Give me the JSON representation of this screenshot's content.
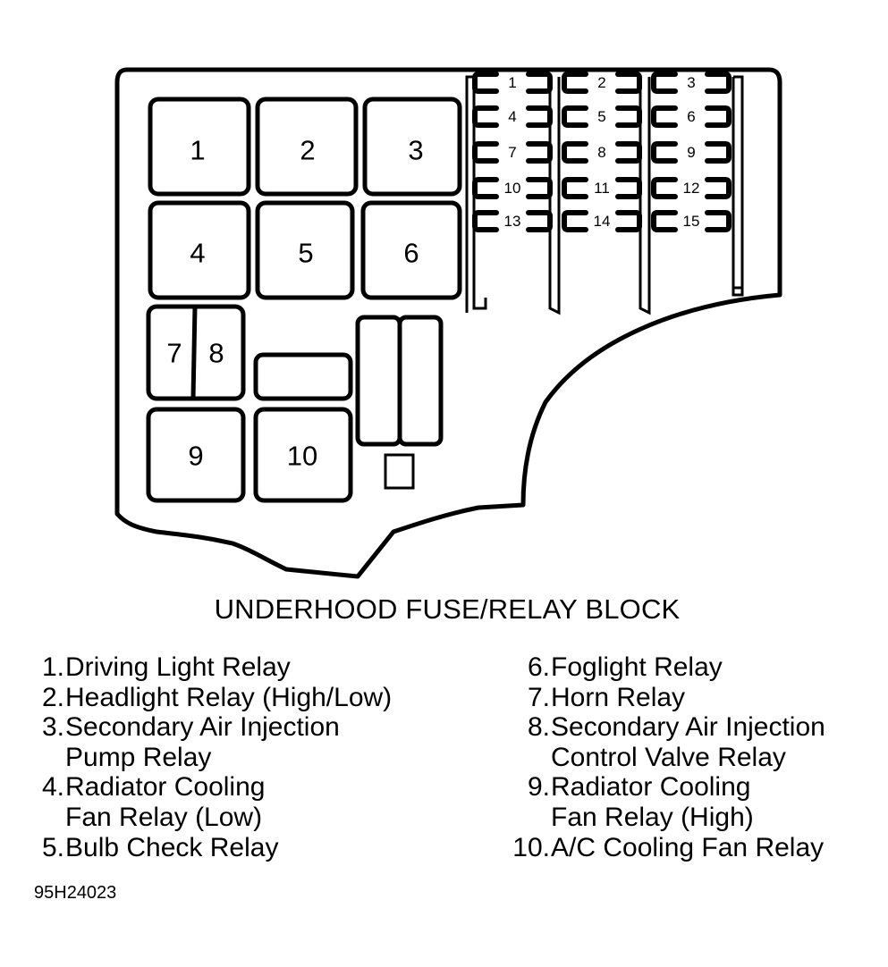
{
  "title": "UNDERHOOD FUSE/RELAY BLOCK",
  "figure_id": "95H24023",
  "relays": [
    {
      "number": "1"
    },
    {
      "number": "2"
    },
    {
      "number": "3"
    },
    {
      "number": "4"
    },
    {
      "number": "5"
    },
    {
      "number": "6"
    },
    {
      "number": "7"
    },
    {
      "number": "8"
    },
    {
      "number": "9"
    },
    {
      "number": "10"
    }
  ],
  "fuses": [
    "1",
    "2",
    "3",
    "4",
    "5",
    "6",
    "7",
    "8",
    "9",
    "10",
    "11",
    "12",
    "13",
    "14",
    "15"
  ],
  "legend": {
    "left": [
      {
        "num": "1.",
        "lines": [
          "Driving Light Relay"
        ]
      },
      {
        "num": "2.",
        "lines": [
          "Headlight Relay (High/Low)"
        ]
      },
      {
        "num": "3.",
        "lines": [
          "Secondary Air Injection",
          "Pump Relay"
        ]
      },
      {
        "num": "4.",
        "lines": [
          "Radiator Cooling",
          "Fan Relay (Low)"
        ]
      },
      {
        "num": "5.",
        "lines": [
          "Bulb Check Relay"
        ]
      }
    ],
    "right": [
      {
        "num": "6.",
        "lines": [
          "Foglight Relay"
        ]
      },
      {
        "num": "7.",
        "lines": [
          "Horn Relay"
        ]
      },
      {
        "num": "8.",
        "lines": [
          "Secondary Air Injection",
          "Control Valve Relay"
        ]
      },
      {
        "num": "9.",
        "lines": [
          "Radiator Cooling",
          "Fan Relay (High)"
        ]
      },
      {
        "num": "10.",
        "lines": [
          "A/C Cooling Fan Relay"
        ]
      }
    ]
  },
  "colors": {
    "ink": "#000000",
    "paper": "#ffffff"
  }
}
